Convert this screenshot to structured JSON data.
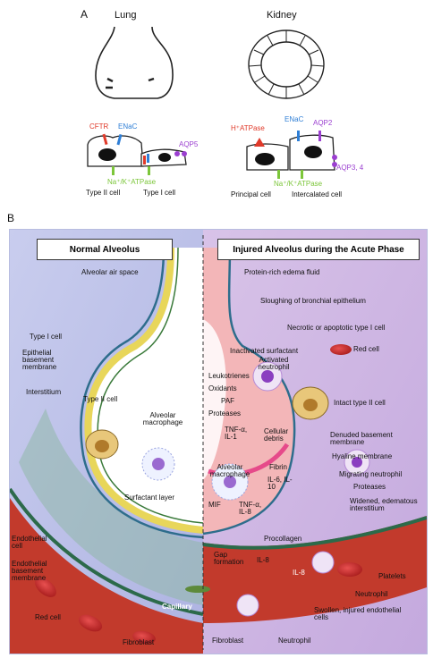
{
  "panel_a": {
    "letter": "A",
    "lung_title": "Lung",
    "kidney_title": "Kidney",
    "lung": {
      "cftr": "CFTR",
      "enac": "ENaC",
      "aqp5": "AQP5",
      "pump": "Na⁺/K⁺ATPase",
      "type2": "Type II cell",
      "type1": "Type I cell"
    },
    "kidney": {
      "hatpase": "H⁺ATPase",
      "enac": "ENaC",
      "aqp2": "AQP2",
      "aqp34": "AQP3, 4",
      "pump": "Na⁺/K⁺ATPase",
      "principal": "Principal cell",
      "intercalated": "Intercalated cell"
    },
    "colors": {
      "cftr": "#e03a2a",
      "enac": "#2f7fd6",
      "aqp": "#9b3fd0",
      "pump": "#7cc63a"
    }
  },
  "panel_b": {
    "letter": "B",
    "normal_title": "Normal Alveolus",
    "injured_title": "Injured Alveolus during the Acute Phase",
    "left_labels": {
      "air_space": "Alveolar air space",
      "type1": "Type I cell",
      "epi_bm": "Epithelial basement membrane",
      "interstitium": "Interstitium",
      "type2": "Type II cell",
      "macrophage": "Alveolar macrophage",
      "surfactant": "Surfactant layer",
      "endothelial": "Endothelial cell",
      "endo_bm": "Endothelial basement membrane",
      "red_cell": "Red cell",
      "capillary": "Capillary",
      "fibroblast": "Fibroblast"
    },
    "right_labels": {
      "edema": "Protein-rich edema fluid",
      "sloughing": "Sloughing of bronchial epithelium",
      "necrotic": "Necrotic or apoptotic type I cell",
      "inactivated": "Inactivated surfactant",
      "red_cell": "Red cell",
      "activated": "Activated neutrophil",
      "leukotrienes": "Leukotrienes",
      "oxidants": "Oxidants",
      "paf": "PAF",
      "proteases": "Proteases",
      "intact": "Intact type II cell",
      "tnf1": "TNF-α, IL-1",
      "debris": "Cellular debris",
      "denuded": "Denuded basement membrane",
      "hyaline": "Hyaline membrane",
      "fibrin": "Fibrin",
      "alv_mac": "Alveolar macrophage",
      "il6": "IL-6, IL-10",
      "mif": "MIF",
      "tnf2": "TNF-α, IL-8",
      "migrating": "Migrating neutrophil",
      "proteases2": "Proteases",
      "widened": "Widened, edematous interstitium",
      "procollagen": "Procollagen",
      "gap": "Gap formation",
      "il8a": "IL-8",
      "il8b": "IL-8",
      "platelets": "Platelets",
      "neutrophil1": "Neutrophil",
      "swollen": "Swollen, injured endothelial cells",
      "fibroblast": "Fibroblast",
      "neutrophil2": "Neutrophil"
    }
  }
}
